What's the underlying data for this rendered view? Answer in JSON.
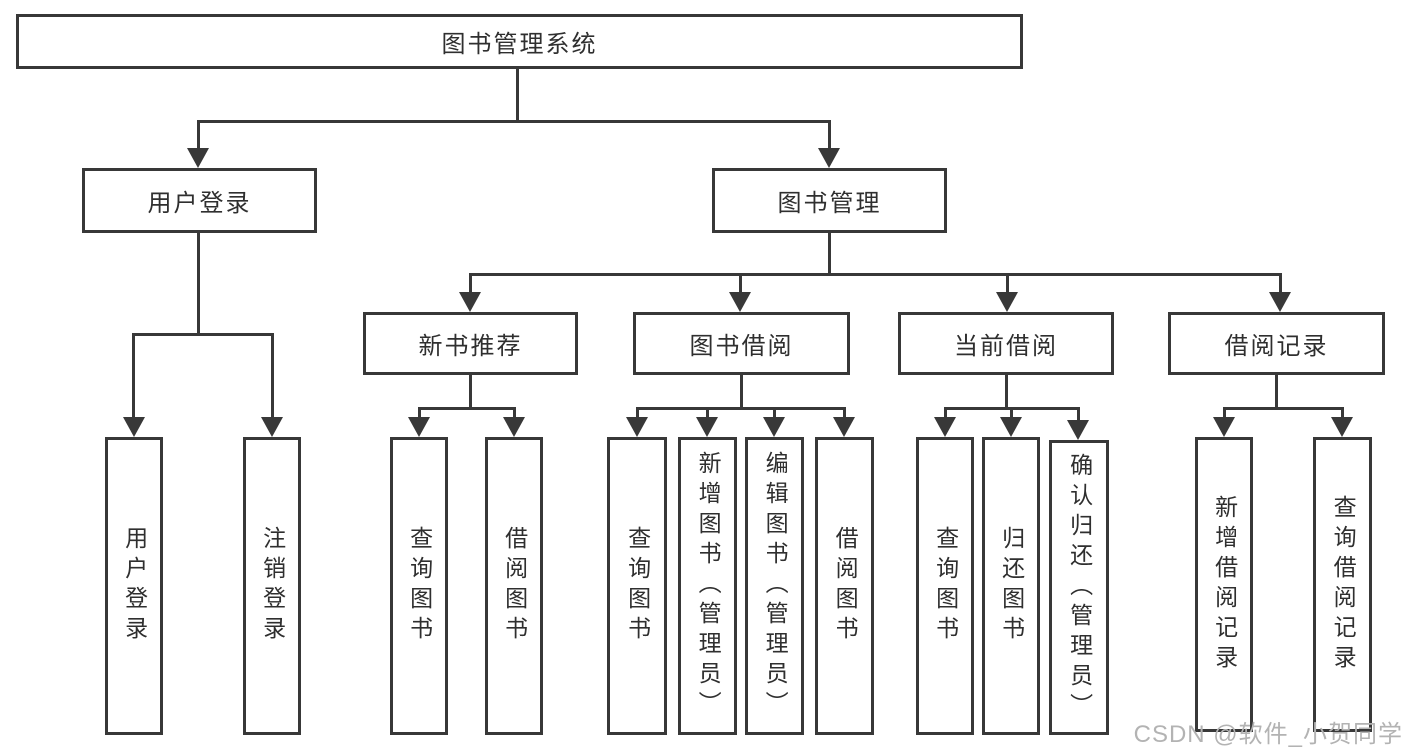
{
  "tree": {
    "root": {
      "label": "图书管理系统"
    },
    "branches": [
      {
        "label": "用户登录",
        "leaves": [
          "用户登录",
          "注销登录"
        ]
      },
      {
        "label": "图书管理",
        "groups": [
          {
            "label": "新书推荐",
            "leaves": [
              "查询图书",
              "借阅图书"
            ]
          },
          {
            "label": "图书借阅",
            "leaves": [
              "查询图书",
              "新增图书（管理员）",
              "编辑图书（管理员）",
              "借阅图书"
            ]
          },
          {
            "label": "当前借阅",
            "leaves": [
              "查询图书",
              "归还图书",
              "确认归还（管理员）"
            ]
          },
          {
            "label": "借阅记录",
            "leaves": [
              "新增借阅记录",
              "查询借阅记录"
            ]
          }
        ]
      }
    ]
  },
  "watermark": {
    "text": "CSDN @软件_小贺同学"
  },
  "colors": {
    "line": "#383838",
    "text": "#2f2f2f",
    "watermark": "#b3b3b3",
    "background": "#ffffff"
  }
}
